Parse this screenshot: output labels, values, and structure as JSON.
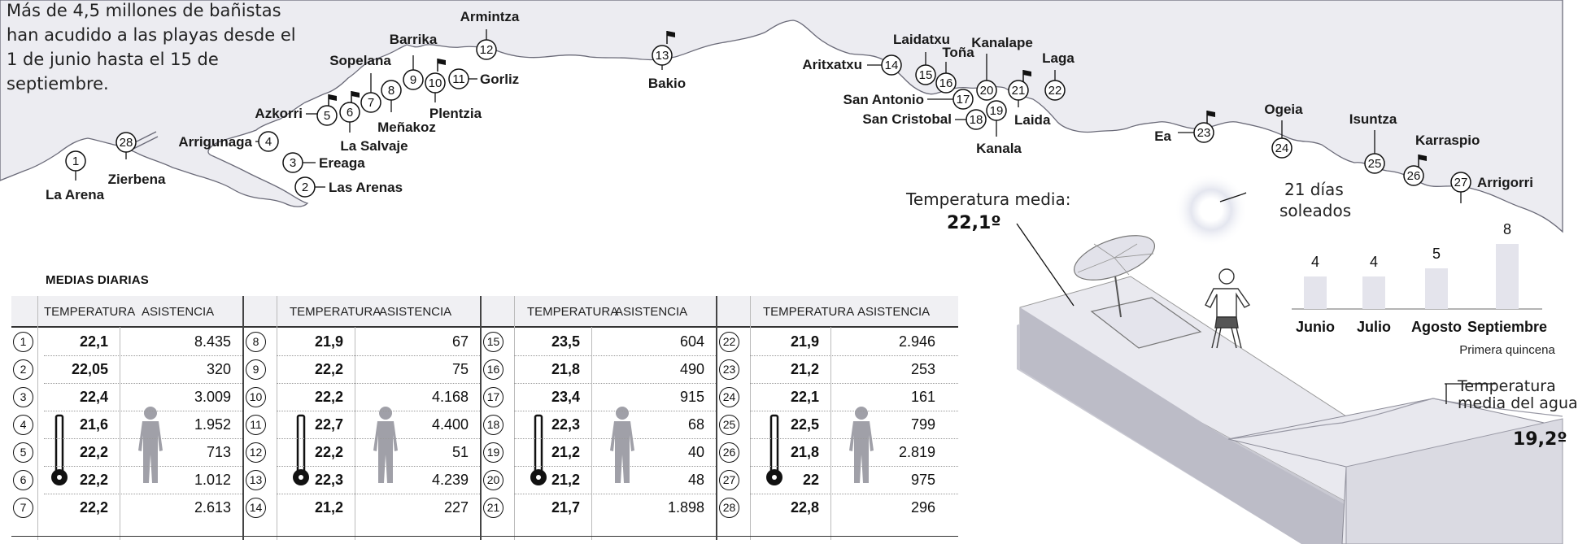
{
  "intro": "Más de 4,5 millones de bañistas han acudido a las playas desde el 1 de junio hasta el 15 de septiembre.",
  "beaches": [
    {
      "n": "1",
      "name": "La Arena"
    },
    {
      "n": "2",
      "name": "Las Arenas"
    },
    {
      "n": "3",
      "name": "Ereaga"
    },
    {
      "n": "4",
      "name": "Arrigunaga"
    },
    {
      "n": "5",
      "name": "Azkorri"
    },
    {
      "n": "6",
      "name": "La Salvaje"
    },
    {
      "n": "7",
      "name": "Sopelana"
    },
    {
      "n": "8",
      "name": "Meñakoz"
    },
    {
      "n": "9",
      "name": "Barrika"
    },
    {
      "n": "10",
      "name": "Plentzia"
    },
    {
      "n": "11",
      "name": "Gorliz"
    },
    {
      "n": "12",
      "name": "Armintza"
    },
    {
      "n": "13",
      "name": "Bakio"
    },
    {
      "n": "14",
      "name": "Aritxatxu"
    },
    {
      "n": "15",
      "name": "Laidatxu"
    },
    {
      "n": "16",
      "name": "Toña"
    },
    {
      "n": "17",
      "name": "San Antonio"
    },
    {
      "n": "18",
      "name": "San Cristobal"
    },
    {
      "n": "19",
      "name": "Kanala"
    },
    {
      "n": "20",
      "name": "Kanalape"
    },
    {
      "n": "21",
      "name": "Laida"
    },
    {
      "n": "22",
      "name": "Laga"
    },
    {
      "n": "23",
      "name": "Ea"
    },
    {
      "n": "24",
      "name": "Ogeia"
    },
    {
      "n": "25",
      "name": "Isuntza"
    },
    {
      "n": "26",
      "name": "Karraspio"
    },
    {
      "n": "27",
      "name": "Arrigorri"
    },
    {
      "n": "28",
      "name": "Zierbena"
    }
  ],
  "table": {
    "title": "MEDIAS DIARIAS",
    "col_temp": "TEMPERATURA",
    "col_att": "ASISTENCIA",
    "groups": [
      {
        "rows": [
          {
            "n": "1",
            "temp": "22,1",
            "att": "8.435"
          },
          {
            "n": "2",
            "temp": "22,05",
            "att": "320"
          },
          {
            "n": "3",
            "temp": "22,4",
            "att": "3.009"
          },
          {
            "n": "4",
            "temp": "21,6",
            "att": "1.952"
          },
          {
            "n": "5",
            "temp": "22,2",
            "att": "713"
          },
          {
            "n": "6",
            "temp": "22,2",
            "att": "1.012"
          },
          {
            "n": "7",
            "temp": "22,2",
            "att": "2.613"
          }
        ]
      },
      {
        "rows": [
          {
            "n": "8",
            "temp": "21,9",
            "att": "67"
          },
          {
            "n": "9",
            "temp": "22,2",
            "att": "75"
          },
          {
            "n": "10",
            "temp": "22,2",
            "att": "4.168"
          },
          {
            "n": "11",
            "temp": "22,7",
            "att": "4.400"
          },
          {
            "n": "12",
            "temp": "22,2",
            "att": "51"
          },
          {
            "n": "13",
            "temp": "22,3",
            "att": "4.239"
          },
          {
            "n": "14",
            "temp": "21,2",
            "att": "227"
          }
        ]
      },
      {
        "rows": [
          {
            "n": "15",
            "temp": "23,5",
            "att": "604"
          },
          {
            "n": "16",
            "temp": "21,8",
            "att": "490"
          },
          {
            "n": "17",
            "temp": "23,4",
            "att": "915"
          },
          {
            "n": "18",
            "temp": "22,3",
            "att": "68"
          },
          {
            "n": "19",
            "temp": "21,2",
            "att": "40"
          },
          {
            "n": "20",
            "temp": "21,2",
            "att": "48"
          },
          {
            "n": "21",
            "temp": "21,7",
            "att": "1.898"
          }
        ]
      },
      {
        "rows": [
          {
            "n": "22",
            "temp": "21,9",
            "att": "2.946"
          },
          {
            "n": "23",
            "temp": "21,2",
            "att": "253"
          },
          {
            "n": "24",
            "temp": "22,1",
            "att": "161"
          },
          {
            "n": "25",
            "temp": "22,5",
            "att": "799"
          },
          {
            "n": "26",
            "temp": "21,8",
            "att": "2.819"
          },
          {
            "n": "27",
            "temp": "22",
            "att": "975"
          },
          {
            "n": "28",
            "temp": "22,8",
            "att": "296"
          }
        ]
      }
    ]
  },
  "climate": {
    "air_label": "Temperatura media:",
    "air_value": "22,1º",
    "sun_label_1": "21 días",
    "sun_label_2": "soleados",
    "water_label_1": "Temperatura",
    "water_label_2": "media del agua",
    "water_value": "19,2º"
  },
  "chart_data": {
    "type": "bar",
    "categories": [
      "Junio",
      "Julio",
      "Agosto",
      "Septiembre"
    ],
    "values": [
      4,
      4,
      5,
      8
    ],
    "note": "Primera quincena",
    "ylim": [
      0,
      8
    ]
  },
  "colors": {
    "land": "#ececf1",
    "bar": "#e4e4ec",
    "ink": "#111111"
  }
}
